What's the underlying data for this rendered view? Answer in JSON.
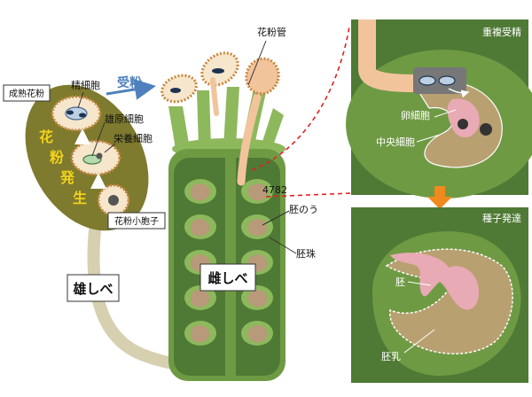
{
  "labels": {
    "mature_pollen": "成熟花粉",
    "sperm_cell": "精細胞",
    "pollination": "受粉",
    "pollen_tube": "花粉管",
    "generative_cell": "雄原細胞",
    "vegetative_cell": "栄養細胞",
    "pollen_dev_1": "花",
    "pollen_dev_2": "粉",
    "pollen_dev_3": "発",
    "pollen_dev_4": "生",
    "microspore": "花粉小胞子",
    "stamen": "雄しべ",
    "pistil": "雌しべ",
    "number_tag": "4782",
    "embryo_sac": "胚のう",
    "ovule": "胚珠",
    "double_fertilization": "重複受精",
    "egg_cell": "卵細胞",
    "central_cell": "中央細胞",
    "seed_development": "種子発達",
    "embryo": "胚",
    "endosperm": "胚乳"
  },
  "colors": {
    "dark_green": "#4f7a35",
    "mid_green": "#6f9a44",
    "light_green": "#8db85c",
    "stamen_olive": "#7e7a2e",
    "pollen_outline": "#c8863c",
    "pollen_fill": "#f6e6cc",
    "tube_peach": "#f2c49c",
    "arrow_blue": "#4f80bd",
    "yellow_text": "#f2d21d",
    "orange_arrow": "#f08a1d",
    "red_dash": "#e02020",
    "pink": "#e8aab4"
  }
}
